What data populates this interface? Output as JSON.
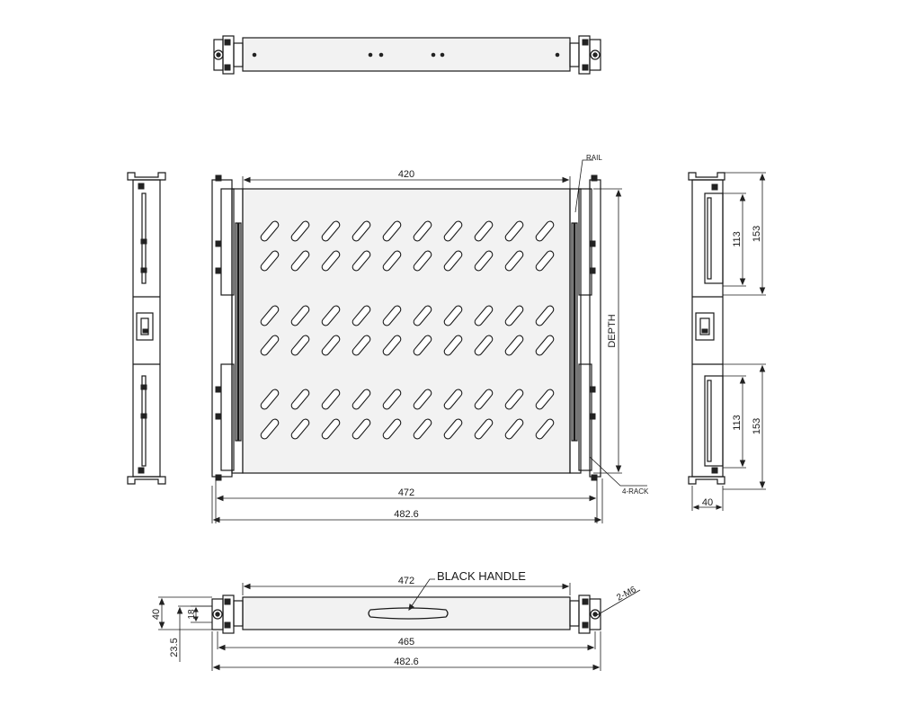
{
  "labels": {
    "rail": "RAIL",
    "four_rack": "4-RACK",
    "depth": "DEPTH",
    "black_handle": "BLACK HANDLE",
    "screws": "2-M6"
  },
  "dimensions": {
    "front_width_inner": "420",
    "width_472": "472",
    "width_482_6": "482.6",
    "side_113_top": "113",
    "side_153_top": "153",
    "side_113_bottom": "113",
    "side_153_bottom": "153",
    "side_depth_40": "40",
    "bottom_472": "472",
    "bottom_465": "465",
    "bottom_482_6": "482.6",
    "height_40": "40",
    "height_18": "18",
    "height_23_5": "23.5"
  }
}
